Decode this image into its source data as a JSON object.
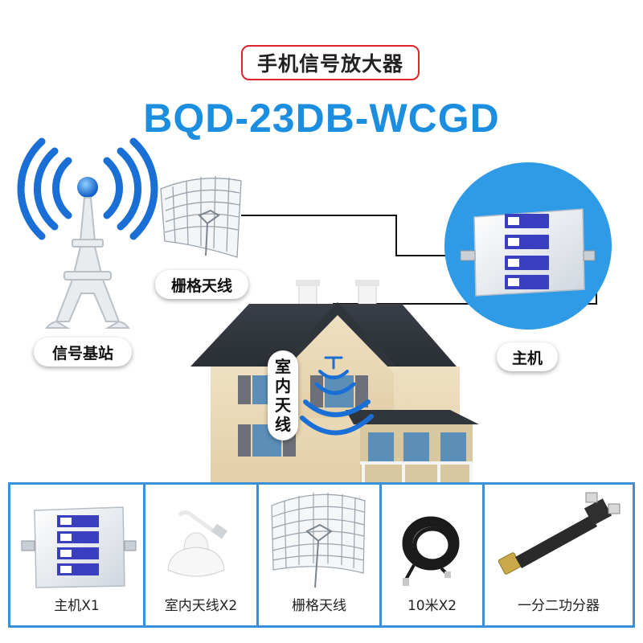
{
  "header": {
    "title": "手机信号放大器",
    "model": "BQD-23DB-WCGD"
  },
  "diagram": {
    "tower_label": "信号基站",
    "grid_antenna_label": "栅格天线",
    "host_label": "主机",
    "indoor_antenna_label": [
      "室",
      "内",
      "天",
      "线"
    ]
  },
  "components": [
    {
      "label": "主机X1",
      "icon": "repeater-unit-icon"
    },
    {
      "label": "室内天线X2",
      "icon": "ceiling-antenna-icon"
    },
    {
      "label": "栅格天线",
      "icon": "grid-antenna-icon"
    },
    {
      "label": "10米X2",
      "icon": "coax-cable-icon"
    },
    {
      "label": "一分二功分器",
      "icon": "power-splitter-icon"
    }
  ],
  "colors": {
    "title_border": "#e0242c",
    "model_text": "#1c8ee0",
    "signal_blue": "#1a6fd6",
    "panel_border": "#3a90d8",
    "host_circle": "#2f9be6"
  }
}
